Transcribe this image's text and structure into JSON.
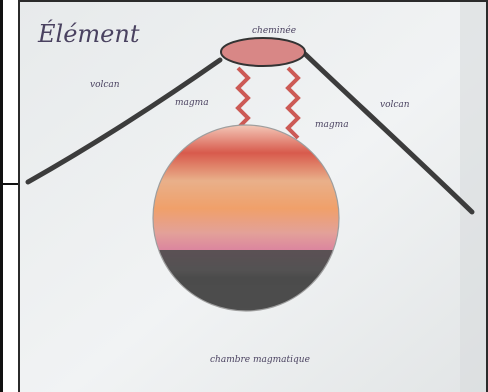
{
  "drawing": {
    "title": "Élément",
    "labels": {
      "crater": "cheminée",
      "left_ring": "volcan",
      "right_ring": "volcan",
      "left_flank": "magma",
      "right_flank": "magma",
      "bottom": "chambre magmatique"
    }
  },
  "colors": {
    "paper": "#eef0f1",
    "shadow": "#cfd3d4",
    "pencil_dark": "#3c3c3c",
    "magma_red": "#d85a4c",
    "magma_orange": "#f0a06a",
    "magma_pink": "#d97da0",
    "chamber_dark": "#4b4b4b"
  },
  "icon_names": [
    "volcano-sketch-icon"
  ]
}
